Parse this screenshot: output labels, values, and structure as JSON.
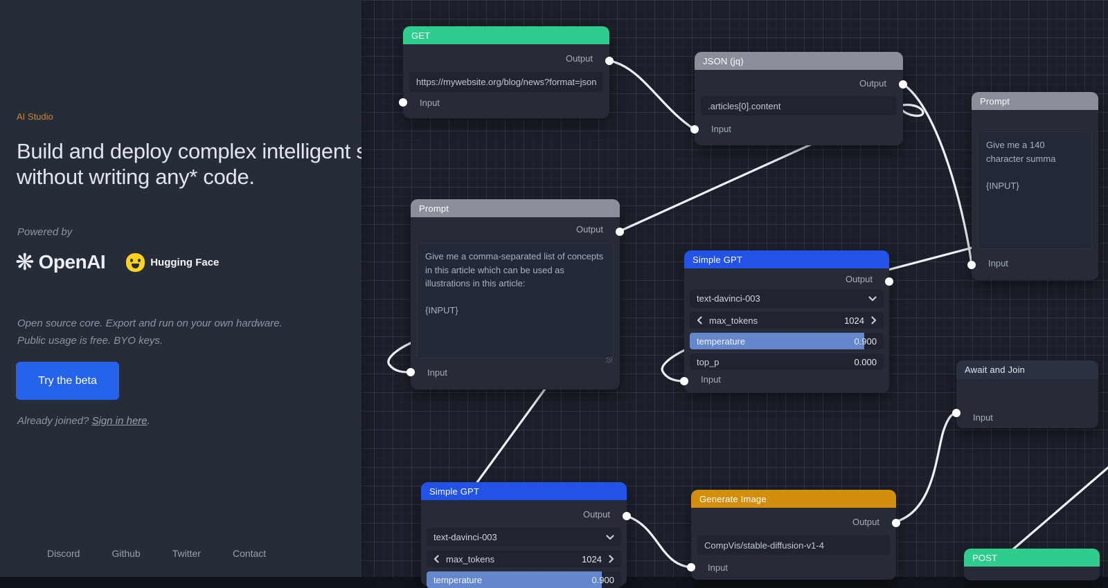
{
  "sidebar": {
    "brand": "AI Studio",
    "headline_line1": "Build and deploy complex intelligent systems",
    "headline_line2": "without writing any* code.",
    "powered_by": "Powered by",
    "logo_openai": "OpenAI",
    "logo_huggingface": "Hugging Face",
    "tagline_line1": "Open source core. Export and run on your own hardware.",
    "tagline_line2": "Public usage is free. BYO keys.",
    "cta_label": "Try the beta",
    "signin_prefix": "Already joined? ",
    "signin_link": "Sign in here",
    "signin_suffix": ".",
    "footer_links": {
      "0": "Discord",
      "1": "Github",
      "2": "Twitter",
      "3": "Contact"
    }
  },
  "colors": {
    "accent_green": "#30cc8d",
    "accent_gray": "#8a8f99",
    "accent_blue": "#2353e6",
    "accent_orange": "#d38e0e",
    "slider_fill": "#6488cb",
    "cta_blue": "#2563eb",
    "brand_orange": "#c8872e"
  },
  "canvas": {
    "nodes": [
      {
        "id": "get",
        "title": "GET",
        "out": "Output",
        "in": "Input",
        "field": "https://mywebsite.org/blog/news?format=json"
      },
      {
        "id": "json-jq",
        "title": "JSON (jq)",
        "out": "Output",
        "in": "Input",
        "field": ".articles[0].content"
      },
      {
        "id": "prompt-summary",
        "title": "Prompt",
        "in": "Input",
        "text": "Give me a 140 character summa\n\n{INPUT}"
      },
      {
        "id": "prompt-concepts",
        "title": "Prompt",
        "out": "Output",
        "in": "Input",
        "text": "Give me a comma-separated list of concepts in this article which can be used as illustrations in this article:\n\n{INPUT}"
      },
      {
        "id": "simple-gpt-1",
        "title": "Simple GPT",
        "out": "Output",
        "in": "Input",
        "model": "text-davinci-003",
        "params": [
          {
            "name": "max_tokens",
            "value": "1024"
          },
          {
            "name": "temperature",
            "value": "0.900",
            "pct": 90
          },
          {
            "name": "top_p",
            "value": "0.000"
          }
        ]
      },
      {
        "id": "await-join",
        "title": "Await and Join",
        "in": "Input"
      },
      {
        "id": "simple-gpt-2",
        "title": "Simple GPT",
        "out": "Output",
        "model": "text-davinci-003",
        "params": [
          {
            "name": "max_tokens",
            "value": "1024"
          },
          {
            "name": "temperature",
            "value": "0.900",
            "pct": 90
          }
        ]
      },
      {
        "id": "generate-image",
        "title": "Generate Image",
        "out": "Output",
        "in": "Input",
        "field": "CompVis/stable-diffusion-v1-4"
      },
      {
        "id": "post",
        "title": "POST"
      }
    ]
  }
}
